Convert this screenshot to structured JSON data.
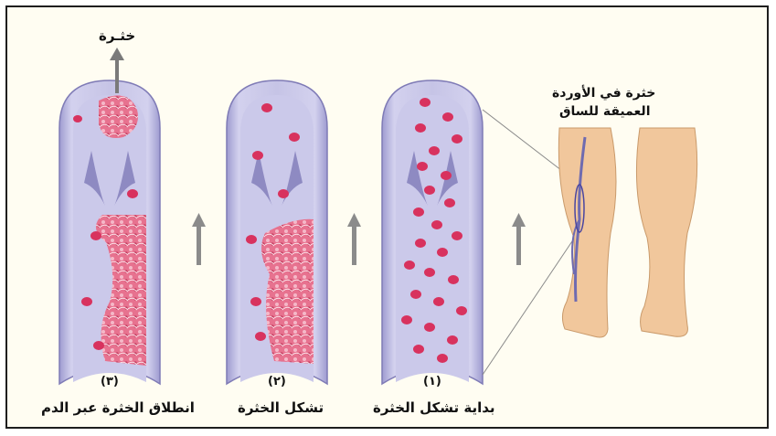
{
  "labels": {
    "clot_top": "خثـرة",
    "leg_title_line1": "خثرة في الأوردة",
    "leg_title_line2": "العميقة للساق"
  },
  "stages": [
    {
      "number": "(١)",
      "caption": "بداية تشكل الخثرة"
    },
    {
      "number": "(٢)",
      "caption": "تشكل الخثرة"
    },
    {
      "number": "(٣)",
      "caption": "انطلاق الخثرة عبر الدم"
    }
  ],
  "colors": {
    "vein": "#c9c7e6",
    "vein_dark": "#8f8cc4",
    "blood_cell": "#d8325e",
    "clot": "#e6708f",
    "skin": "#f1c79c",
    "arrow": "#8b8b8b",
    "border": "#1e1e1e"
  },
  "icons": {
    "flow_arrow": "up-arrow-icon"
  }
}
